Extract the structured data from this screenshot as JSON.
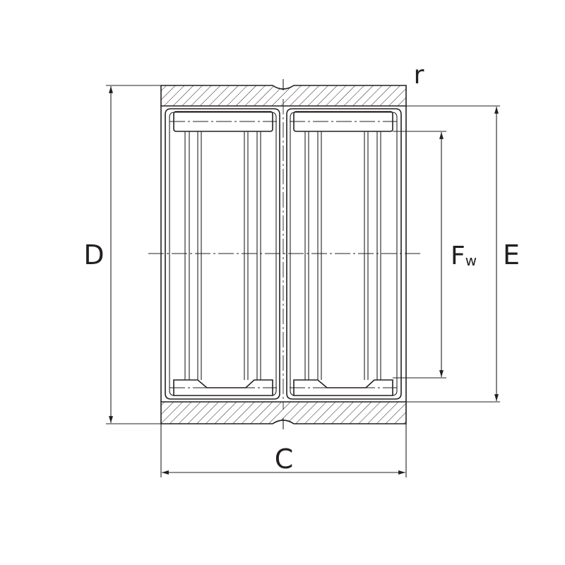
{
  "labels": {
    "d_outer": "D",
    "r_radius": "r",
    "fw_main": "F",
    "fw_sub": "w",
    "e_dim": "E",
    "c_width": "C"
  },
  "colors": {
    "line": "#231f20",
    "background": "#ffffff"
  }
}
